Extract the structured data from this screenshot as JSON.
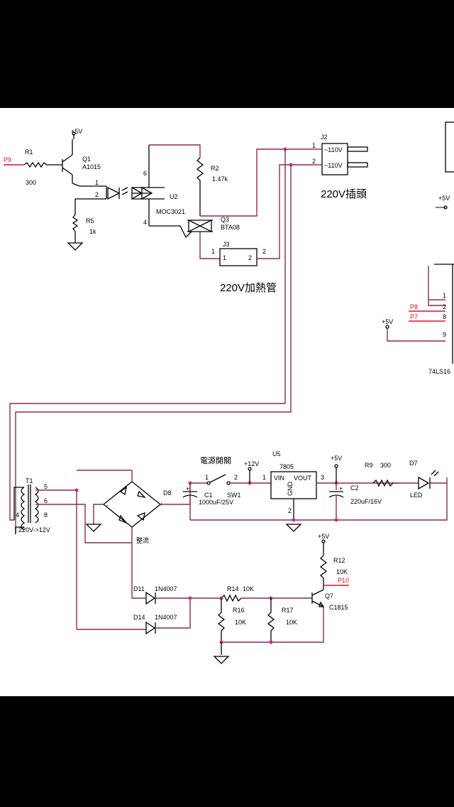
{
  "colors": {
    "background": "#000000",
    "sheet": "#ffffff",
    "wire": "#8b2a55",
    "symbol": "#000000",
    "net_label": "#e0102a",
    "junction": "#cc2a8a"
  },
  "nets": {
    "p9": "P9",
    "p8": "P8",
    "p7": "P7",
    "p10": "P10",
    "v5": "+5V",
    "v12": "+12V"
  },
  "components": {
    "r1": {
      "ref": "R1",
      "value": "300"
    },
    "q1": {
      "ref": "Q1",
      "value": "A1015"
    },
    "r5": {
      "ref": "R5",
      "value": "1k"
    },
    "u2": {
      "ref": "U2",
      "value": "MOC3021",
      "pin1": "1",
      "pin2": "2",
      "pin6": "6",
      "pin4": "4"
    },
    "r2": {
      "ref": "R2",
      "value": "1.47k"
    },
    "q3": {
      "ref": "Q3",
      "value": "BTA08"
    },
    "j3": {
      "ref": "J3",
      "pin1": "1",
      "pin2": "2",
      "caption": "220V加熱管"
    },
    "j2": {
      "ref": "J2",
      "pin1": "1",
      "pin2": "2",
      "label1": "~110V",
      "label2": "~110V",
      "caption": "220V插頭"
    },
    "chip": {
      "ref": "74LS16",
      "pin1": "1",
      "pin2": "2",
      "pin8": "8",
      "pin9": "9"
    },
    "t1": {
      "ref": "T1",
      "pin4": "4",
      "pin5": "5",
      "pin6": "6",
      "pin8": "8",
      "rating": "220V->12V"
    },
    "d8": {
      "ref": "D8",
      "label": "整流"
    },
    "sw1": {
      "ref": "SW1",
      "caption": "電源開關",
      "pin1": "1",
      "pin2": "2"
    },
    "c1": {
      "ref": "C1",
      "value": "1000uF/25V"
    },
    "u5": {
      "ref": "U5",
      "value": "7805",
      "vin": "VIN",
      "vout": "VOUT",
      "gnd": "GND",
      "pin1": "1",
      "pin2": "2",
      "pin3": "3"
    },
    "c2": {
      "ref": "C2",
      "value": "220uF/16V"
    },
    "r9": {
      "ref": "R9",
      "value": "300"
    },
    "d7": {
      "ref": "D7",
      "value": "LED"
    },
    "d11": {
      "ref": "D11",
      "value": "1N4007"
    },
    "d14": {
      "ref": "D14",
      "value": "1N4007"
    },
    "r14": {
      "ref": "R14",
      "value": "10K"
    },
    "r16": {
      "ref": "R16",
      "value": "10K"
    },
    "r17": {
      "ref": "R17",
      "value": "10K"
    },
    "r12": {
      "ref": "R12",
      "value": "10K"
    },
    "q7": {
      "ref": "Q7",
      "value": "C1815"
    }
  }
}
